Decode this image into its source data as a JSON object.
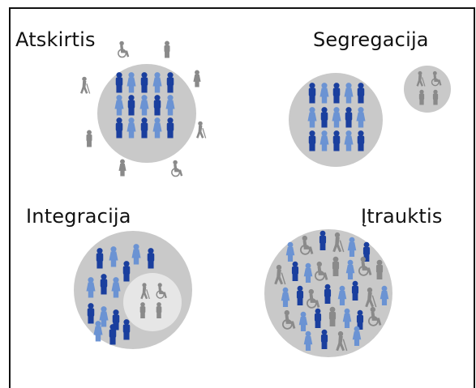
{
  "labels": {
    "atskirtis": "Atskirtis",
    "segregacija": "Segregacija",
    "integracija": "Integracija",
    "itrauktis": "Įtrauktis"
  },
  "colors": {
    "circle": "#c9c9c9",
    "inner_circle": "#e6e6e6",
    "dark_blue": "#1a3f9e",
    "light_blue": "#6b93d3",
    "gray_figure": "#8a8a8a",
    "border": "#111111"
  },
  "icons": [
    "person-icon",
    "wheelchair-icon",
    "cane-walker-icon"
  ]
}
